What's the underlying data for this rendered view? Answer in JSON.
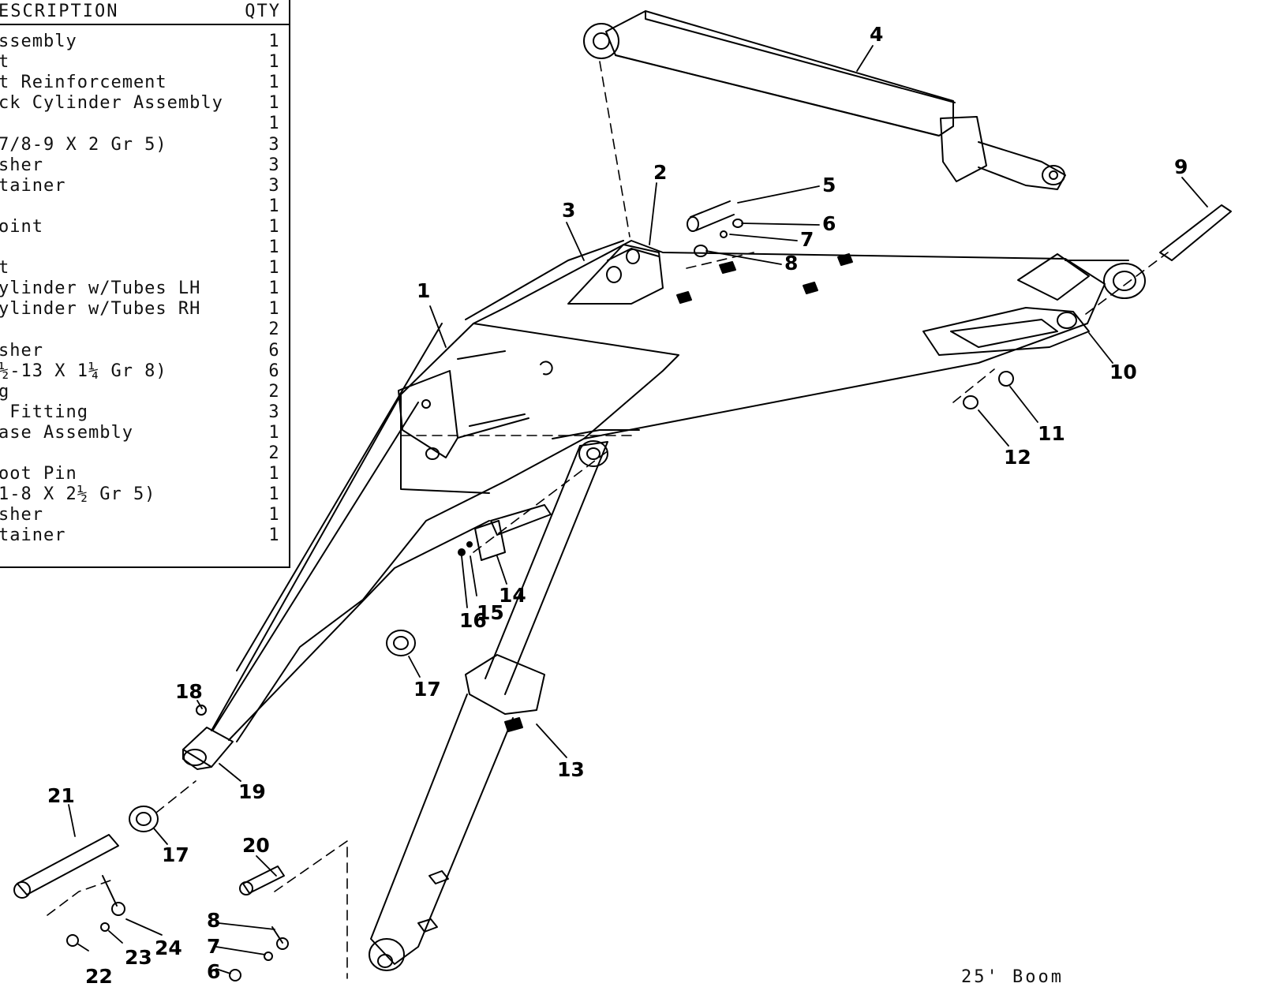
{
  "table": {
    "header_desc": "ESCRIPTION",
    "header_qty": "QTY",
    "rows": [
      {
        "desc": "ssembly",
        "qty": "1"
      },
      {
        "desc": "t",
        "qty": "1"
      },
      {
        "desc": "t Reinforcement",
        "qty": "1"
      },
      {
        "desc": "ck Cylinder Assembly",
        "qty": "1"
      },
      {
        "desc": "",
        "qty": "1"
      },
      {
        "desc": "7/8-9 X 2 Gr 5)",
        "qty": "3"
      },
      {
        "desc": "sher",
        "qty": "3"
      },
      {
        "desc": "tainer",
        "qty": "3"
      },
      {
        "desc": "",
        "qty": "1"
      },
      {
        "desc": "oint",
        "qty": "1"
      },
      {
        "desc": "",
        "qty": "1"
      },
      {
        "desc": "t",
        "qty": "1"
      },
      {
        "desc": "ylinder w/Tubes LH",
        "qty": "1"
      },
      {
        "desc": "ylinder w/Tubes RH",
        "qty": "1"
      },
      {
        "desc": "",
        "qty": "2"
      },
      {
        "desc": "sher",
        "qty": "6"
      },
      {
        "desc": "½-13 X 1¼ Gr 8)",
        "qty": "6"
      },
      {
        "desc": "g",
        "qty": "2"
      },
      {
        "desc": " Fitting",
        "qty": "3"
      },
      {
        "desc": "ase Assembly",
        "qty": "1"
      },
      {
        "desc": "",
        "qty": "2"
      },
      {
        "desc": "oot Pin",
        "qty": "1"
      },
      {
        "desc": "1-8 X 2½ Gr 5)",
        "qty": "1"
      },
      {
        "desc": "sher",
        "qty": "1"
      },
      {
        "desc": "tainer",
        "qty": "1"
      }
    ]
  },
  "callouts": [
    "1",
    "2",
    "3",
    "4",
    "5",
    "6",
    "7",
    "8",
    "9",
    "10",
    "11",
    "12",
    "13",
    "14",
    "15",
    "16",
    "17",
    "17",
    "18",
    "19",
    "20",
    "21",
    "22",
    "23",
    "24",
    "8",
    "7",
    "6"
  ],
  "caption": "25' Boom"
}
